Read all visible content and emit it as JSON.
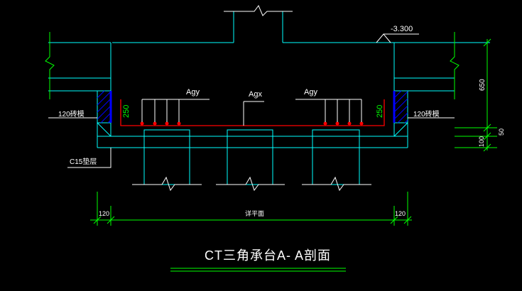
{
  "drawing": {
    "title": "CT三角承台A- A剖面",
    "elevation_label": "-3.300",
    "rebar_labels": {
      "left_agy": "Agy",
      "center_agx": "Agx",
      "right_agy": "Agy"
    },
    "cover_left": "250",
    "cover_right": "250",
    "brick_left": "120砖模",
    "brick_right": "120砖模",
    "cushion": "C15垫层",
    "dim_right_top": "650",
    "dim_right_mid": "50",
    "dim_right_bottom": "100",
    "dim_bottom_left": "120",
    "dim_bottom_center": "详平面",
    "dim_bottom_right": "120"
  },
  "colors": {
    "outline": "#00ffff",
    "green": "#00ff00",
    "rebar": "#ff0000",
    "hatch": "#0000ff",
    "white": "#ffffff"
  }
}
